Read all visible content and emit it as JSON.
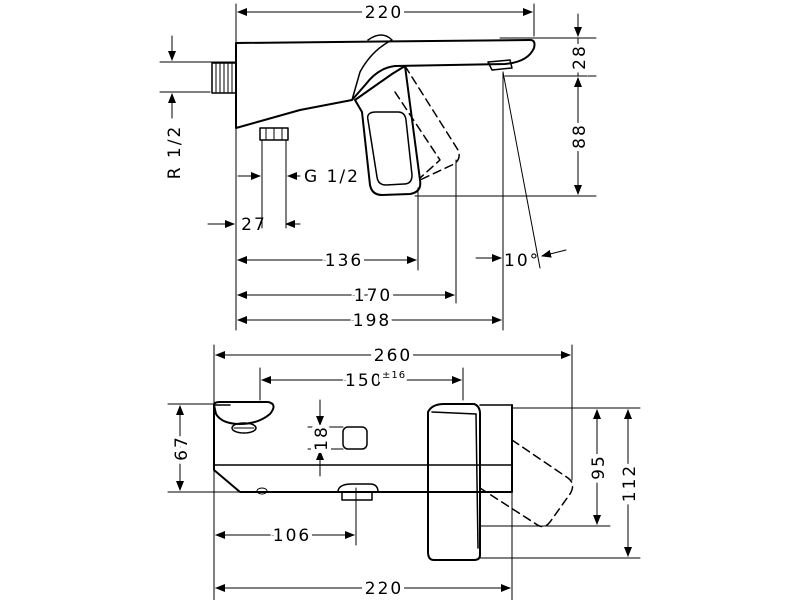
{
  "top_view": {
    "dims": {
      "total_width": "220",
      "spout_height": "28",
      "handle_height": "88",
      "inlet_thread": "R 1/2",
      "outlet_thread": "G 1/2",
      "outlet_offset": "27",
      "handle_reach": "136",
      "handle_reach_max": "170",
      "spout_reach": "198",
      "spout_angle": "10°"
    }
  },
  "bottom_view": {
    "dims": {
      "max_width": "260",
      "centers": "150",
      "centers_tolerance": "±16",
      "button_height": "18",
      "body_height": "67",
      "handle_depth": "95",
      "total_depth": "112",
      "outlet_offset": "106",
      "body_width": "220"
    }
  }
}
